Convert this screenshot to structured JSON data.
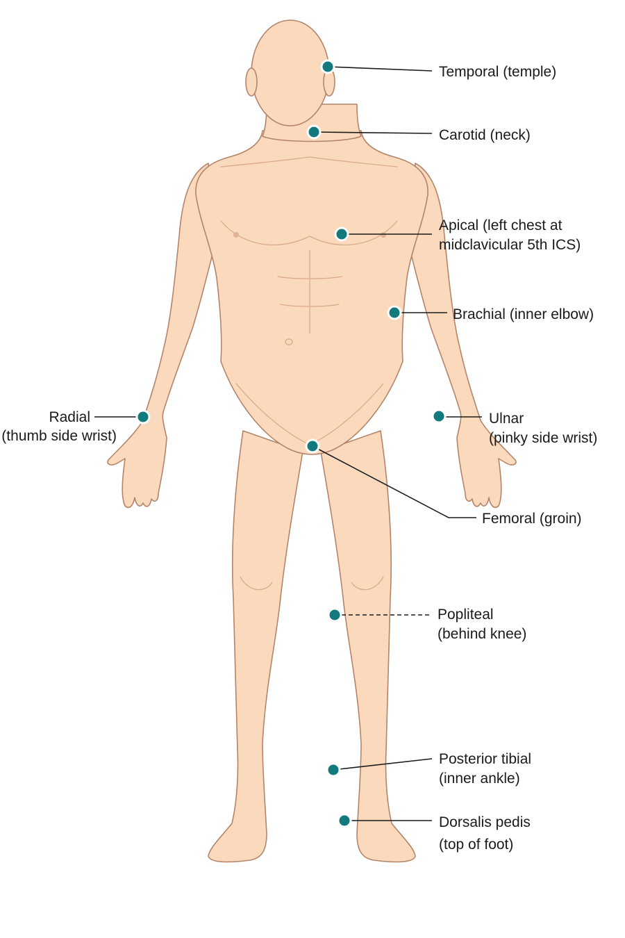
{
  "colors": {
    "skin": "#fbd9bd",
    "outline": "#b38469",
    "marker": "#127a7c",
    "text": "#1a1a1a"
  },
  "pulse_points": [
    {
      "id": "temporal",
      "line1": "Temporal (temple)",
      "line2": ""
    },
    {
      "id": "carotid",
      "line1": "Carotid (neck)",
      "line2": ""
    },
    {
      "id": "apical",
      "line1": "Apical (left chest at",
      "line2": "midclavicular 5th ICS)"
    },
    {
      "id": "brachial",
      "line1": "Brachial (inner elbow)",
      "line2": ""
    },
    {
      "id": "radial",
      "line1": "Radial",
      "line2": "(thumb side wrist)"
    },
    {
      "id": "ulnar",
      "line1": "Ulnar",
      "line2": "(pinky side wrist)"
    },
    {
      "id": "femoral",
      "line1": "Femoral (groin)",
      "line2": ""
    },
    {
      "id": "popliteal",
      "line1": "Popliteal",
      "line2": "(behind knee)"
    },
    {
      "id": "posterior-tibial",
      "line1": "Posterior tibial",
      "line2": "(inner ankle)"
    },
    {
      "id": "dorsalis-pedis",
      "line1": "Dorsalis pedis",
      "line2": "(top of foot)"
    }
  ]
}
